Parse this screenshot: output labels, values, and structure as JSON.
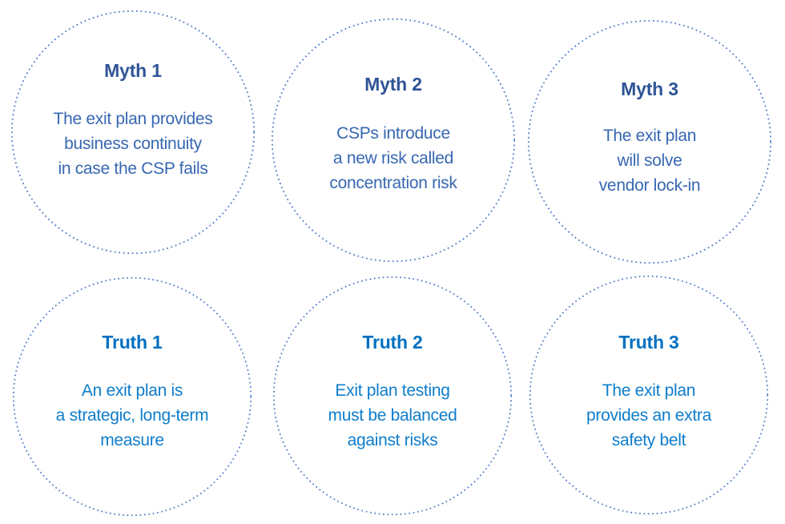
{
  "colors": {
    "background": "#FFFFFF",
    "ring_dots": "#4472C4",
    "myth_title": "#2F5496",
    "myth_body": "#3767B2",
    "truth_title": "#0070C0",
    "truth_body": "#0E7DCB"
  },
  "circles": [
    {
      "id": "myth-1",
      "type": "myth",
      "title": "Myth 1",
      "body": "The exit plan provides\nbusiness continuity\nin case the CSP fails"
    },
    {
      "id": "myth-2",
      "type": "myth",
      "title": "Myth 2",
      "body": "CSPs introduce\na new risk called\nconcentration risk"
    },
    {
      "id": "myth-3",
      "type": "myth",
      "title": "Myth 3",
      "body": "The exit plan\nwill solve\nvendor lock-in"
    },
    {
      "id": "truth-1",
      "type": "truth",
      "title": "Truth 1",
      "body": "An exit plan is\na strategic, long-term\nmeasure"
    },
    {
      "id": "truth-2",
      "type": "truth",
      "title": "Truth 2",
      "body": "Exit plan testing\nmust be balanced\nagainst risks"
    },
    {
      "id": "truth-3",
      "type": "truth",
      "title": "Truth 3",
      "body": "The exit plan\nprovides an extra\nsafety belt"
    }
  ]
}
